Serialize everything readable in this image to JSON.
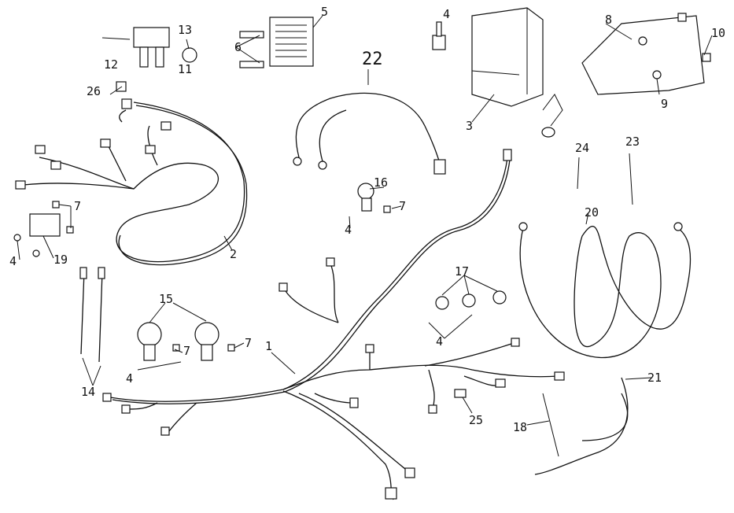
{
  "diagram": {
    "labels": [
      "5",
      "4",
      "8",
      "10",
      "13",
      "6",
      "12",
      "11",
      "22",
      "26",
      "3",
      "9",
      "24",
      "23",
      "16",
      "7",
      "7",
      "4",
      "20",
      "2",
      "4",
      "19",
      "15",
      "17",
      "7",
      "1",
      "7",
      "4",
      "4",
      "14",
      "21",
      "25",
      "18"
    ]
  }
}
